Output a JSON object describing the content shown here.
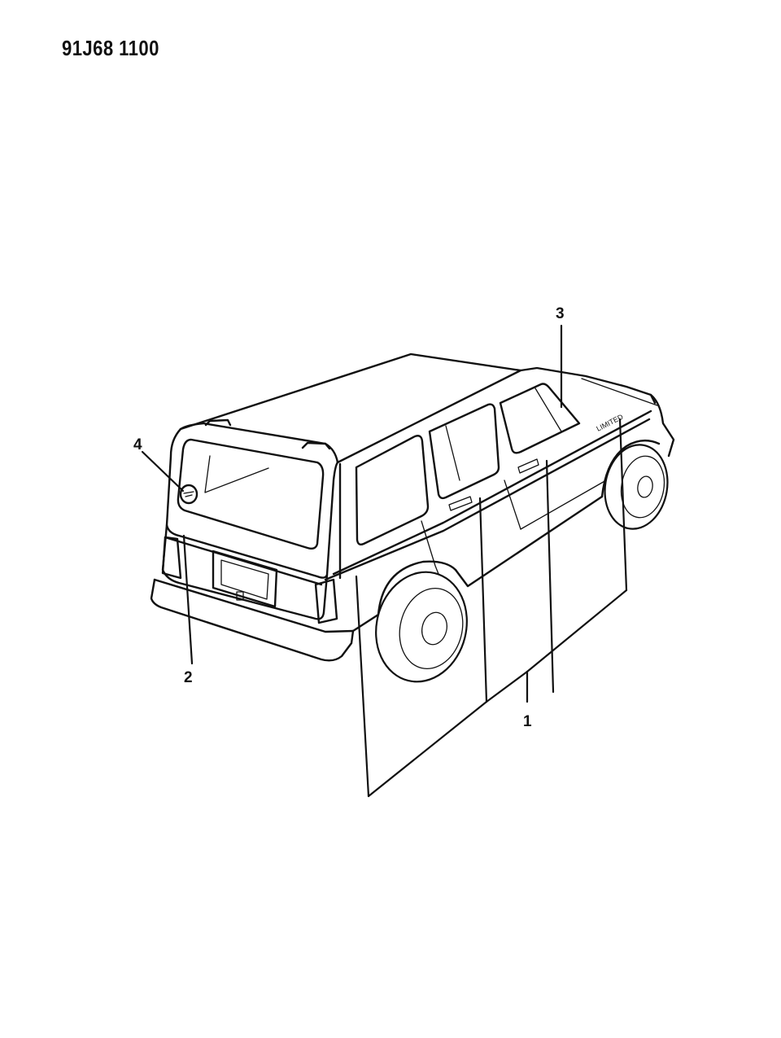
{
  "diagram_ref": "91J68 1100",
  "callouts": [
    {
      "id": "callout-1",
      "number": "1"
    },
    {
      "id": "callout-2",
      "number": "2"
    },
    {
      "id": "callout-3",
      "number": "3"
    },
    {
      "id": "callout-4",
      "number": "4"
    }
  ],
  "side_badge": "LIMITED"
}
